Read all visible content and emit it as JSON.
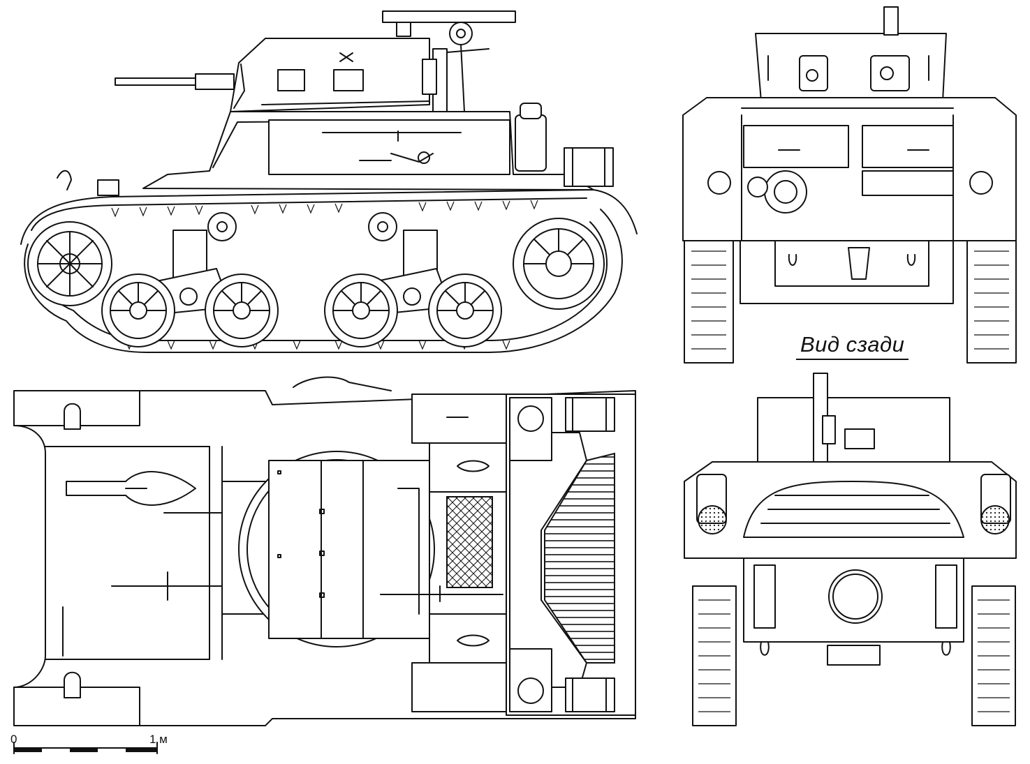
{
  "labels": {
    "rear_view": "Вид сзади",
    "scale_zero": "0",
    "scale_one": "1 м"
  },
  "colors": {
    "ink": "#111111",
    "paper": "#ffffff"
  }
}
